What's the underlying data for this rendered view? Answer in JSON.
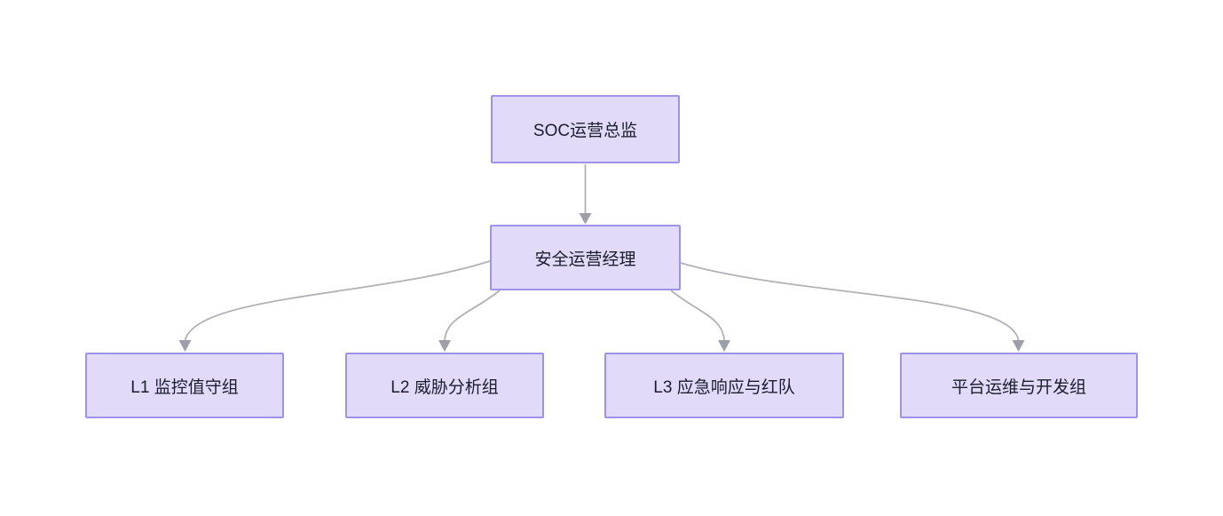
{
  "diagram": {
    "type": "org-chart-flowchart",
    "direction": "top-down",
    "nodes": [
      {
        "id": "director",
        "label": "SOC运营总监"
      },
      {
        "id": "manager",
        "label": "安全运营经理"
      },
      {
        "id": "l1",
        "label": "L1 监控值守组"
      },
      {
        "id": "l2",
        "label": "L2 威胁分析组"
      },
      {
        "id": "l3",
        "label": "L3 应急响应与红队"
      },
      {
        "id": "platform",
        "label": "平台运维与开发组"
      }
    ],
    "edges": [
      {
        "from": "director",
        "to": "manager"
      },
      {
        "from": "manager",
        "to": "l1"
      },
      {
        "from": "manager",
        "to": "l2"
      },
      {
        "from": "manager",
        "to": "l3"
      },
      {
        "from": "manager",
        "to": "platform"
      }
    ],
    "colors": {
      "background": "#ffffff",
      "node_fill": "#e1dbf9",
      "node_border": "#9d94e8",
      "node_text": "#1c1c30",
      "edge_line": "#b1b1b7",
      "edge_arrow": "#9e9ea8"
    }
  }
}
